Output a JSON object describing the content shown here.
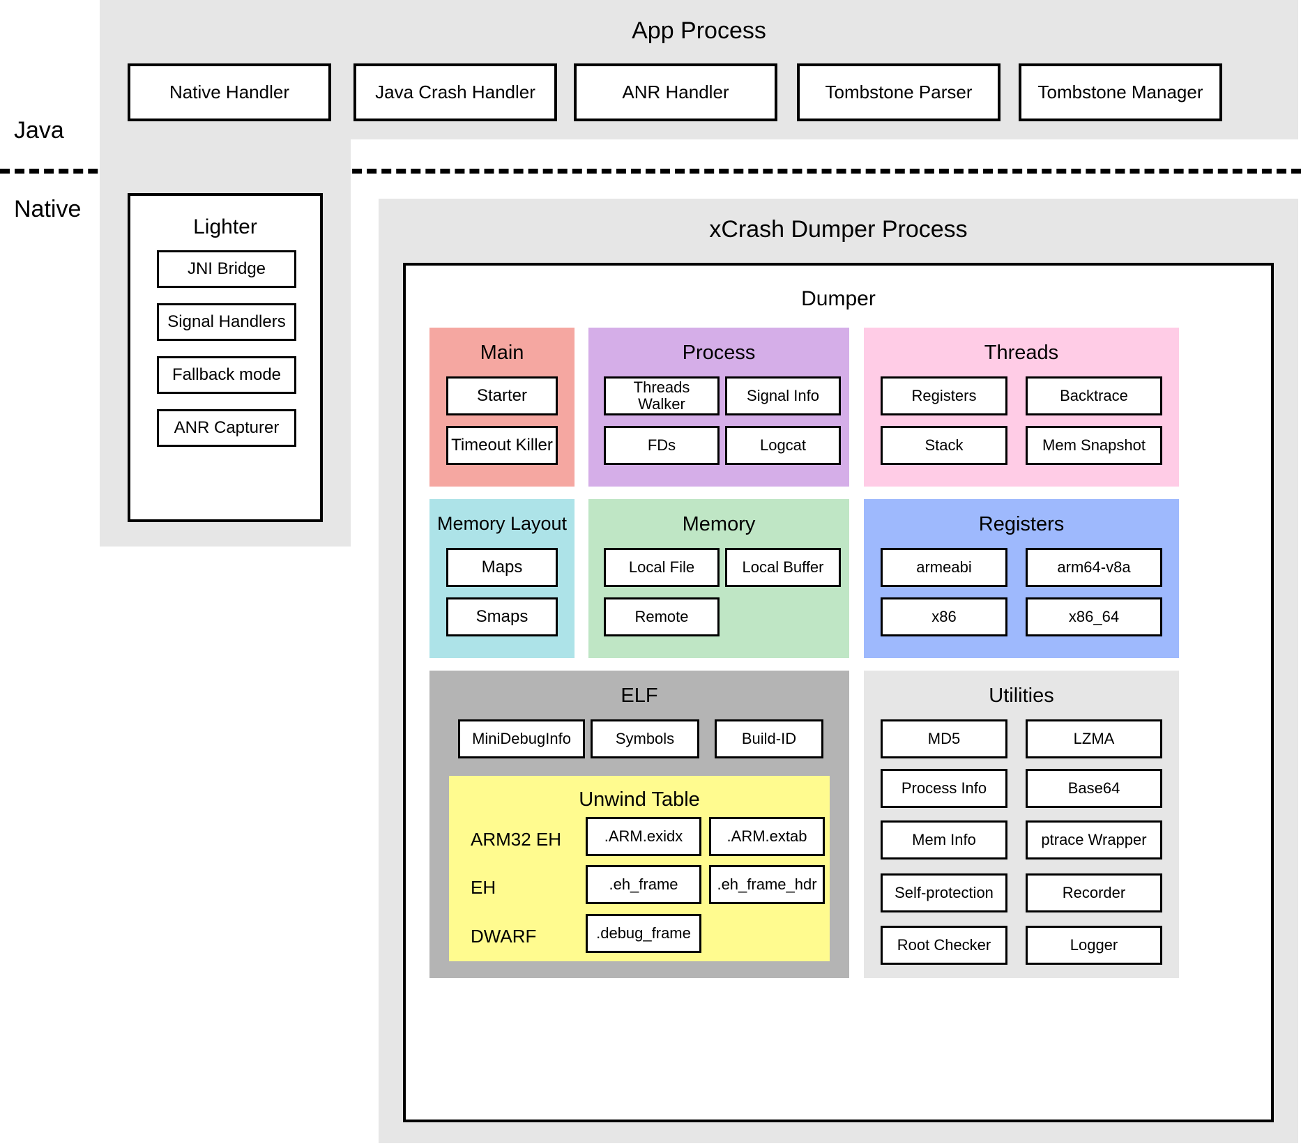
{
  "side_labels": {
    "java": "Java",
    "native": "Native"
  },
  "app_process": {
    "title": "App Process",
    "boxes": [
      {
        "label": "Native Handler"
      },
      {
        "label": "Java Crash Handler"
      },
      {
        "label": "ANR Handler"
      },
      {
        "label": "Tombstone Parser"
      },
      {
        "label": "Tombstone Manager"
      }
    ]
  },
  "lighter": {
    "title": "Lighter",
    "items": [
      {
        "label": "JNI Bridge"
      },
      {
        "label": "Signal Handlers"
      },
      {
        "label": "Fallback mode"
      },
      {
        "label": "ANR Capturer"
      }
    ]
  },
  "dumper_process": {
    "title": "xCrash Dumper Process",
    "dumper_title": "Dumper",
    "groups": {
      "main": {
        "title": "Main",
        "color": "#F5A7A1",
        "items": [
          {
            "label": "Starter"
          },
          {
            "label": "Timeout Killer"
          }
        ]
      },
      "process": {
        "title": "Process",
        "color": "#D5AEE8",
        "items": [
          {
            "label": "Threads Walker"
          },
          {
            "label": "Signal Info"
          },
          {
            "label": "FDs"
          },
          {
            "label": "Logcat"
          }
        ]
      },
      "threads": {
        "title": "Threads",
        "color": "#FFCCE6",
        "items": [
          {
            "label": "Registers"
          },
          {
            "label": "Backtrace"
          },
          {
            "label": "Stack"
          },
          {
            "label": "Mem Snapshot"
          }
        ]
      },
      "memory_layout": {
        "title": "Memory Layout",
        "color": "#ADE3E8",
        "items": [
          {
            "label": "Maps"
          },
          {
            "label": "Smaps"
          }
        ]
      },
      "memory": {
        "title": "Memory",
        "color": "#BFE6C5",
        "items": [
          {
            "label": "Local File"
          },
          {
            "label": "Local Buffer"
          },
          {
            "label": "Remote"
          }
        ]
      },
      "registers": {
        "title": "Registers",
        "color": "#9EB9FD",
        "items": [
          {
            "label": "armeabi"
          },
          {
            "label": "arm64-v8a"
          },
          {
            "label": "x86"
          },
          {
            "label": "x86_64"
          }
        ]
      },
      "elf": {
        "title": "ELF",
        "color": "#B4B4B4",
        "items": [
          {
            "label": "MiniDebugInfo"
          },
          {
            "label": "Symbols"
          },
          {
            "label": "Build-ID"
          }
        ],
        "unwind_table": {
          "title": "Unwind Table",
          "color": "#FFFB8F",
          "rows": [
            {
              "label": "ARM32 EH",
              "items": [
                {
                  "label": ".ARM.exidx"
                },
                {
                  "label": ".ARM.extab"
                }
              ]
            },
            {
              "label": "EH",
              "items": [
                {
                  "label": ".eh_frame"
                },
                {
                  "label": ".eh_frame_hdr"
                }
              ]
            },
            {
              "label": "DWARF",
              "items": [
                {
                  "label": ".debug_frame"
                }
              ]
            }
          ]
        }
      },
      "utilities": {
        "title": "Utilities",
        "color": "#E6E6E6",
        "items": [
          {
            "label": "MD5"
          },
          {
            "label": "LZMA"
          },
          {
            "label": "Process Info"
          },
          {
            "label": "Base64"
          },
          {
            "label": "Mem Info"
          },
          {
            "label": "ptrace Wrapper"
          },
          {
            "label": "Self-protection"
          },
          {
            "label": "Recorder"
          },
          {
            "label": "Root Checker"
          },
          {
            "label": "Logger"
          }
        ]
      }
    }
  }
}
